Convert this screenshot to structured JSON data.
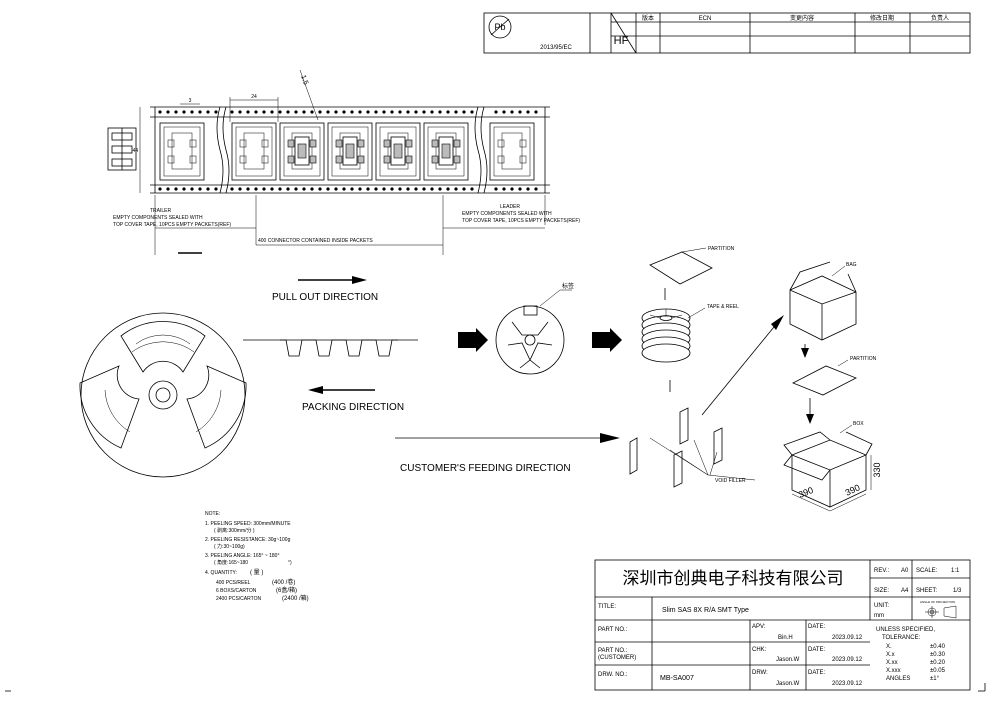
{
  "revision_header": {
    "pb_symbol": "Pb",
    "directive": "2013/95/EC",
    "hf": "HF",
    "columns": [
      "版本",
      "ECN",
      "变更内容",
      "修改日期",
      "负责人"
    ]
  },
  "tape": {
    "pitch_label": "24",
    "width_label": "44",
    "dim_top": "1.5",
    "dim_small": "3",
    "trailer_title": "TRAILER",
    "trailer_line1": "EMPTY COMPONENTS SEALED WITH",
    "trailer_line2": "TOP COVER TAPE, 10PCS EMPTY PACKETS(REF)",
    "leader_title": "LEADER",
    "leader_line1": "EMPTY COMPONENTS SEALED WITH",
    "leader_line2": "TOP COVER TAPE, 10PCS EMPTY PACKETS(REF)",
    "contained_label": "400 CONNECTOR CONTAINED INSIDE PACKETS"
  },
  "directions": {
    "pull_out": "PULL OUT DIRECTION",
    "packing": "PACKING DIRECTION",
    "feeding": "CUSTOMER'S FEEDING DIRECTION"
  },
  "packaging": {
    "label_cn": "标签",
    "partition_top": "PARTITION",
    "tape_reel": "TAPE & REEL",
    "bag": "BAG",
    "partition_mid": "PARTITION",
    "box": "BOX",
    "void_filler": "VOID FILLER",
    "box_dim_1": "390",
    "box_dim_2": "390",
    "box_dim_3": "330"
  },
  "notes": {
    "title": "NOTE:",
    "n1a": "1. PEELING SPEED: 300mm/MINUTE",
    "n1b": "( 剥离:300mm/分 )",
    "n2a": "2. PEELING RESISTANCE: 30g~100g",
    "n2b": "( 力:30~100g)",
    "n3a": "3. PEELING ANGLE: 165° ~ 180°",
    "n3b": "( 角度:165~180",
    "n3c": "°)",
    "n4": "4. QUANTITY:",
    "n4cn": "( 量 )",
    "q1": "400 PCS/REEL",
    "q1cn": "(400 /卷)",
    "q2": "6 BOXS/CARTON",
    "q2cn": "(6盒/箱)",
    "q3": "2400 PCS/CARTON",
    "q3cn": "(2400 /箱)"
  },
  "title_block": {
    "company": "深圳市创典电子科技有限公司",
    "rev_label": "REV.:",
    "rev": "A0",
    "scale_label": "SCALE:",
    "scale": "1:1",
    "size_label": "SIZE:",
    "size": "A4",
    "sheet_label": "SHEET:",
    "sheet": "1/3",
    "title_label": "TITLE:",
    "title": "Slim SAS 8X R/A SMT Type",
    "unit_label": "UNIT:",
    "unit": "mm",
    "projection_label": "ANGLE OF PROJECTION",
    "part_no_label": "PART NO.:",
    "part_no_cust_label1": "PART NO.:",
    "part_no_cust_label2": "(CUSTOMER)",
    "drw_no_label": "DRW. NO.:",
    "drw_no": "MB-SA007",
    "apv_label": "APV:",
    "apv": "Bin.H",
    "chk_label": "CHK:",
    "chk": "Jason.W",
    "drw_label": "DRW:",
    "drw": "Jason.W",
    "date_label": "DATE:",
    "date1": "2023.09.12",
    "date2": "2023.09.12",
    "date3": "2023.09.12",
    "unless": "UNLESS SPECIFIED,",
    "tolerance": "TOLERANCE:",
    "tol": [
      {
        "k": "X.",
        "v": "±0.40"
      },
      {
        "k": "X.x",
        "v": "±0.30"
      },
      {
        "k": "X.xx",
        "v": "±0.20"
      },
      {
        "k": "X.xxx",
        "v": "±0.05"
      },
      {
        "k": "ANGLES",
        "v": "±1°"
      }
    ]
  }
}
